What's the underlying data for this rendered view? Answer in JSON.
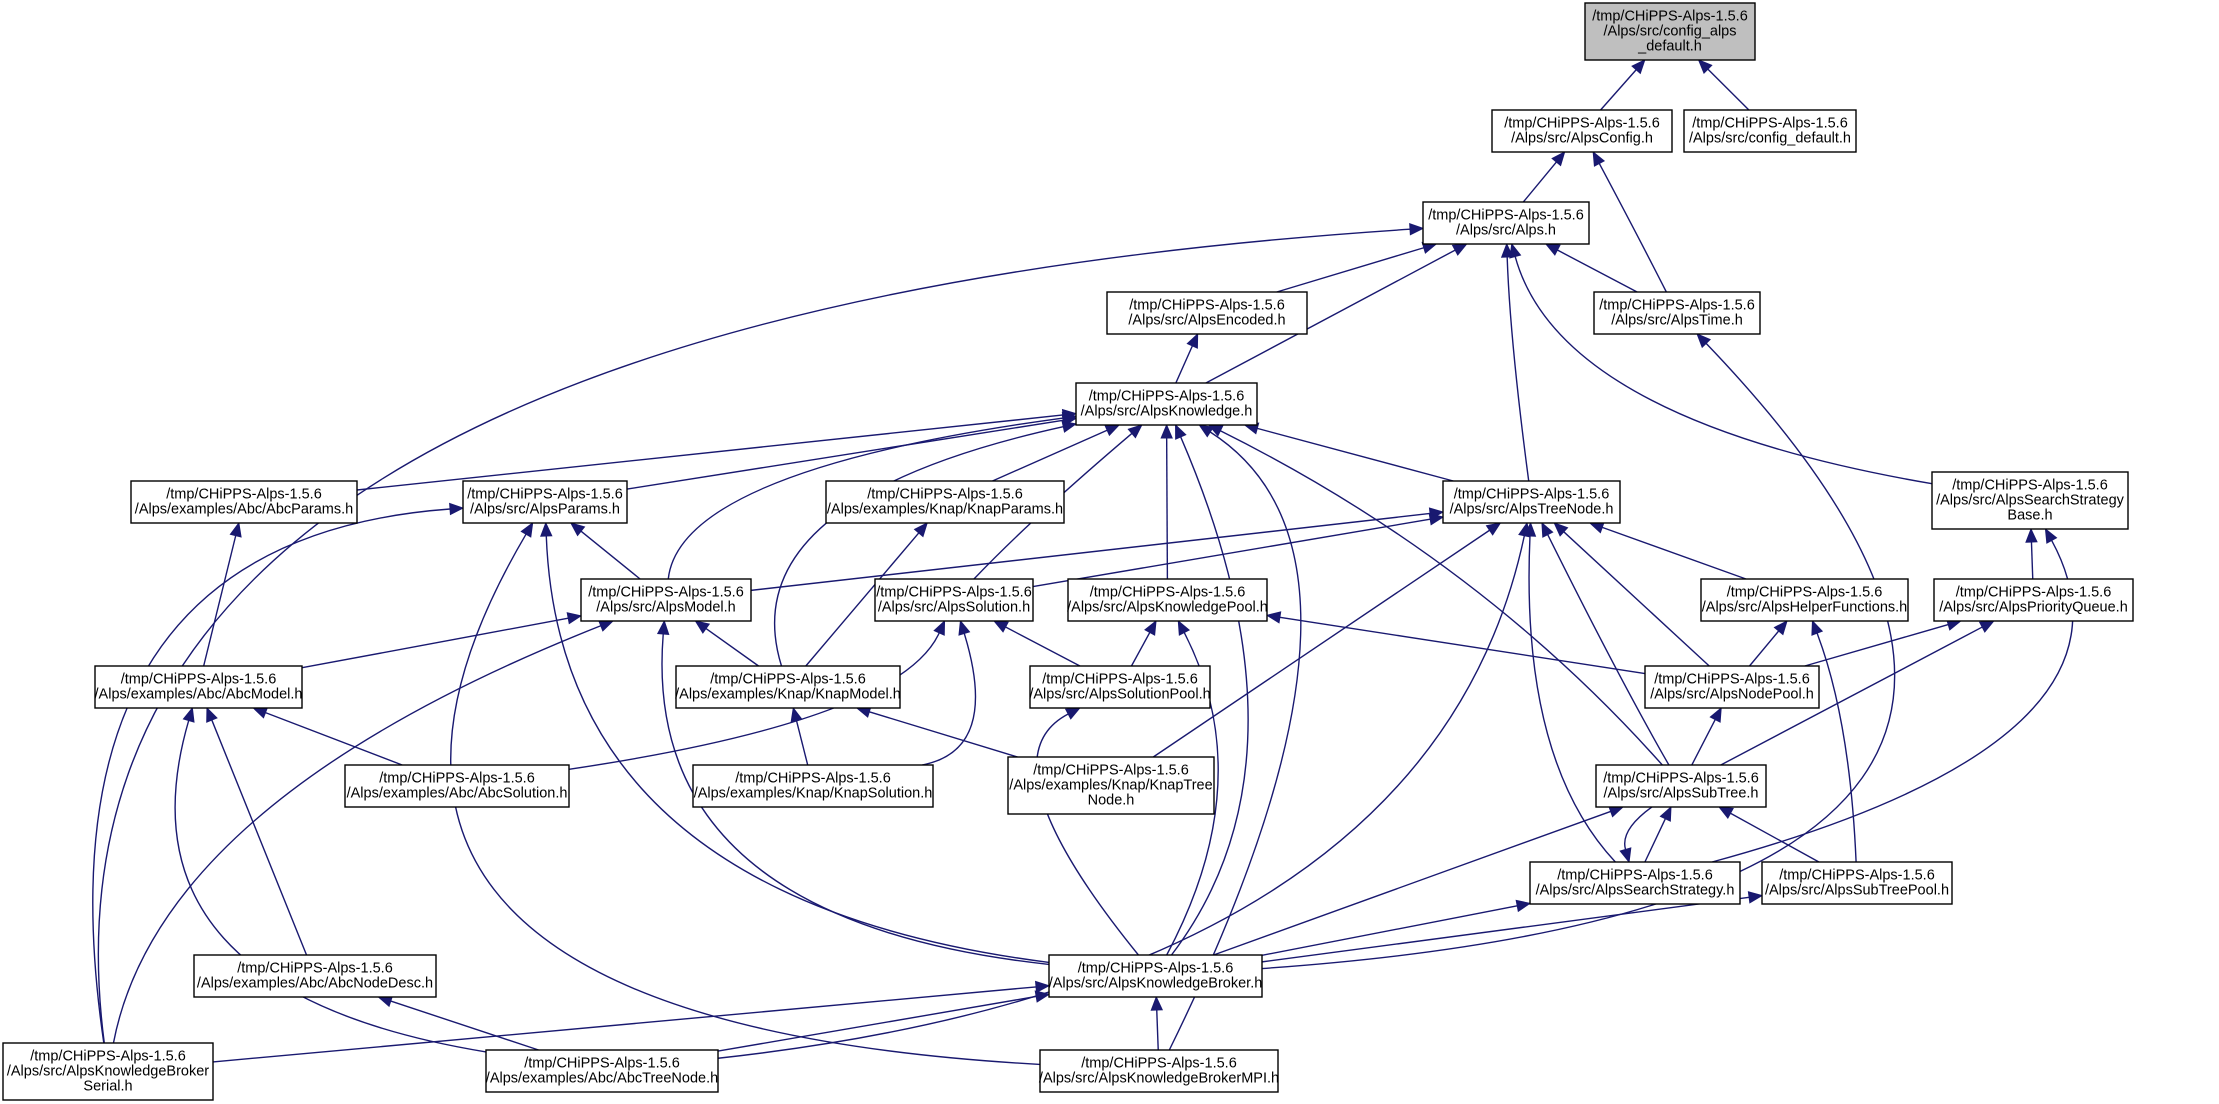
{
  "colors": {
    "edge": "#191970",
    "root_fill": "#bfbfbf",
    "node_fill": "#ffffff",
    "border": "#000000"
  },
  "nodes": [
    {
      "id": "config_alps_default",
      "lines": [
        "/tmp/CHiPPS-Alps-1.5.6",
        "/Alps/src/config_alps",
        "_default.h"
      ],
      "root": true
    },
    {
      "id": "AlpsConfig",
      "lines": [
        "/tmp/CHiPPS-Alps-1.5.6",
        "/Alps/src/AlpsConfig.h"
      ]
    },
    {
      "id": "config_default",
      "lines": [
        "/tmp/CHiPPS-Alps-1.5.6",
        "/Alps/src/config_default.h"
      ]
    },
    {
      "id": "Alps",
      "lines": [
        "/tmp/CHiPPS-Alps-1.5.6",
        "/Alps/src/Alps.h"
      ]
    },
    {
      "id": "AlpsEncoded",
      "lines": [
        "/tmp/CHiPPS-Alps-1.5.6",
        "/Alps/src/AlpsEncoded.h"
      ]
    },
    {
      "id": "AlpsTime",
      "lines": [
        "/tmp/CHiPPS-Alps-1.5.6",
        "/Alps/src/AlpsTime.h"
      ]
    },
    {
      "id": "AlpsKnowledge",
      "lines": [
        "/tmp/CHiPPS-Alps-1.5.6",
        "/Alps/src/AlpsKnowledge.h"
      ]
    },
    {
      "id": "AbcParams",
      "lines": [
        "/tmp/CHiPPS-Alps-1.5.6",
        "/Alps/examples/Abc/AbcParams.h"
      ]
    },
    {
      "id": "AlpsParams",
      "lines": [
        "/tmp/CHiPPS-Alps-1.5.6",
        "/Alps/src/AlpsParams.h"
      ]
    },
    {
      "id": "KnapParams",
      "lines": [
        "/tmp/CHiPPS-Alps-1.5.6",
        "/Alps/examples/Knap/KnapParams.h"
      ]
    },
    {
      "id": "AlpsTreeNode",
      "lines": [
        "/tmp/CHiPPS-Alps-1.5.6",
        "/Alps/src/AlpsTreeNode.h"
      ]
    },
    {
      "id": "AlpsSearchStrategyBase",
      "lines": [
        "/tmp/CHiPPS-Alps-1.5.6",
        "/Alps/src/AlpsSearchStrategy",
        "Base.h"
      ]
    },
    {
      "id": "AlpsModel",
      "lines": [
        "/tmp/CHiPPS-Alps-1.5.6",
        "/Alps/src/AlpsModel.h"
      ]
    },
    {
      "id": "AlpsSolution",
      "lines": [
        "/tmp/CHiPPS-Alps-1.5.6",
        "/Alps/src/AlpsSolution.h"
      ]
    },
    {
      "id": "AlpsKnowledgePool",
      "lines": [
        "/tmp/CHiPPS-Alps-1.5.6",
        "/Alps/src/AlpsKnowledgePool.h"
      ]
    },
    {
      "id": "AlpsHelperFunctions",
      "lines": [
        "/tmp/CHiPPS-Alps-1.5.6",
        "/Alps/src/AlpsHelperFunctions.h"
      ]
    },
    {
      "id": "AlpsPriorityQueue",
      "lines": [
        "/tmp/CHiPPS-Alps-1.5.6",
        "/Alps/src/AlpsPriorityQueue.h"
      ]
    },
    {
      "id": "AbcModel",
      "lines": [
        "/tmp/CHiPPS-Alps-1.5.6",
        "/Alps/examples/Abc/AbcModel.h"
      ]
    },
    {
      "id": "KnapModel",
      "lines": [
        "/tmp/CHiPPS-Alps-1.5.6",
        "/Alps/examples/Knap/KnapModel.h"
      ]
    },
    {
      "id": "AlpsSolutionPool",
      "lines": [
        "/tmp/CHiPPS-Alps-1.5.6",
        "/Alps/src/AlpsSolutionPool.h"
      ]
    },
    {
      "id": "AlpsNodePool",
      "lines": [
        "/tmp/CHiPPS-Alps-1.5.6",
        "/Alps/src/AlpsNodePool.h"
      ]
    },
    {
      "id": "AbcSolution",
      "lines": [
        "/tmp/CHiPPS-Alps-1.5.6",
        "/Alps/examples/Abc/AbcSolution.h"
      ]
    },
    {
      "id": "KnapSolution",
      "lines": [
        "/tmp/CHiPPS-Alps-1.5.6",
        "/Alps/examples/Knap/KnapSolution.h"
      ]
    },
    {
      "id": "KnapTreeNode",
      "lines": [
        "/tmp/CHiPPS-Alps-1.5.6",
        "/Alps/examples/Knap/KnapTree",
        "Node.h"
      ]
    },
    {
      "id": "AlpsSubTree",
      "lines": [
        "/tmp/CHiPPS-Alps-1.5.6",
        "/Alps/src/AlpsSubTree.h"
      ]
    },
    {
      "id": "AlpsSearchStrategy",
      "lines": [
        "/tmp/CHiPPS-Alps-1.5.6",
        "/Alps/src/AlpsSearchStrategy.h"
      ]
    },
    {
      "id": "AlpsSubTreePool",
      "lines": [
        "/tmp/CHiPPS-Alps-1.5.6",
        "/Alps/src/AlpsSubTreePool.h"
      ]
    },
    {
      "id": "AbcNodeDesc",
      "lines": [
        "/tmp/CHiPPS-Alps-1.5.6",
        "/Alps/examples/Abc/AbcNodeDesc.h"
      ]
    },
    {
      "id": "AlpsKnowledgeBroker",
      "lines": [
        "/tmp/CHiPPS-Alps-1.5.6",
        "/Alps/src/AlpsKnowledgeBroker.h"
      ]
    },
    {
      "id": "AlpsKnowledgeBrokerSerial",
      "lines": [
        "/tmp/CHiPPS-Alps-1.5.6",
        "/Alps/src/AlpsKnowledgeBroker",
        "Serial.h"
      ]
    },
    {
      "id": "AbcTreeNode",
      "lines": [
        "/tmp/CHiPPS-Alps-1.5.6",
        "/Alps/examples/Abc/AbcTreeNode.h"
      ]
    },
    {
      "id": "AlpsKnowledgeBrokerMPI",
      "lines": [
        "/tmp/CHiPPS-Alps-1.5.6",
        "/Alps/src/AlpsKnowledgeBrokerMPI.h"
      ]
    }
  ],
  "edges": [
    [
      "config_alps_default",
      "AlpsConfig"
    ],
    [
      "config_alps_default",
      "config_default"
    ],
    [
      "AlpsConfig",
      "Alps"
    ],
    [
      "AlpsConfig",
      "AlpsTime"
    ],
    [
      "Alps",
      "AlpsEncoded"
    ],
    [
      "Alps",
      "AlpsTime"
    ],
    [
      "Alps",
      "AlpsKnowledge"
    ],
    [
      "Alps",
      "AlpsTreeNode"
    ],
    [
      "Alps",
      "AlpsSearchStrategyBase"
    ],
    [
      "Alps",
      "AlpsKnowledgeBrokerSerial"
    ],
    [
      "AlpsEncoded",
      "AlpsKnowledge"
    ],
    [
      "AlpsTime",
      "AlpsKnowledgeBroker"
    ],
    [
      "AlpsKnowledge",
      "AbcParams"
    ],
    [
      "AlpsKnowledge",
      "AlpsParams"
    ],
    [
      "AlpsKnowledge",
      "KnapParams"
    ],
    [
      "AlpsKnowledge",
      "AlpsTreeNode"
    ],
    [
      "AlpsKnowledge",
      "AlpsModel"
    ],
    [
      "AlpsKnowledge",
      "AlpsSolution"
    ],
    [
      "AlpsKnowledge",
      "AlpsKnowledgePool"
    ],
    [
      "AlpsKnowledge",
      "KnapModel"
    ],
    [
      "AlpsKnowledge",
      "AlpsSubTree"
    ],
    [
      "AlpsKnowledge",
      "AlpsKnowledgeBroker"
    ],
    [
      "AlpsKnowledge",
      "AlpsKnowledgeBrokerMPI"
    ],
    [
      "AlpsTreeNode",
      "AlpsModel"
    ],
    [
      "AlpsTreeNode",
      "AlpsSolution"
    ],
    [
      "AlpsTreeNode",
      "AlpsHelperFunctions"
    ],
    [
      "AlpsTreeNode",
      "AlpsNodePool"
    ],
    [
      "AlpsTreeNode",
      "KnapTreeNode"
    ],
    [
      "AlpsTreeNode",
      "AlpsSubTree"
    ],
    [
      "AlpsTreeNode",
      "AlpsSearchStrategy"
    ],
    [
      "AlpsTreeNode",
      "AbcTreeNode"
    ],
    [
      "AbcParams",
      "AbcModel"
    ],
    [
      "KnapParams",
      "KnapModel"
    ],
    [
      "AlpsParams",
      "AlpsModel"
    ],
    [
      "AlpsParams",
      "AlpsKnowledgeBroker"
    ],
    [
      "AlpsParams",
      "AlpsKnowledgeBrokerSerial"
    ],
    [
      "AlpsParams",
      "AlpsKnowledgeBrokerMPI"
    ],
    [
      "AlpsModel",
      "AbcModel"
    ],
    [
      "AlpsModel",
      "KnapModel"
    ],
    [
      "AlpsModel",
      "AlpsKnowledgeBroker"
    ],
    [
      "AlpsModel",
      "AlpsKnowledgeBrokerSerial"
    ],
    [
      "AlpsSolution",
      "AbcSolution"
    ],
    [
      "AlpsSolution",
      "KnapSolution"
    ],
    [
      "AlpsSolution",
      "AlpsSolutionPool"
    ],
    [
      "AlpsKnowledgePool",
      "AlpsSolutionPool"
    ],
    [
      "AlpsKnowledgePool",
      "AlpsNodePool"
    ],
    [
      "AlpsKnowledgePool",
      "AlpsKnowledgeBroker"
    ],
    [
      "AlpsHelperFunctions",
      "AlpsNodePool"
    ],
    [
      "AlpsHelperFunctions",
      "AlpsSubTreePool"
    ],
    [
      "AlpsSearchStrategyBase",
      "AlpsPriorityQueue"
    ],
    [
      "AlpsSearchStrategyBase",
      "AlpsSearchStrategy"
    ],
    [
      "AlpsPriorityQueue",
      "AlpsNodePool"
    ],
    [
      "AlpsPriorityQueue",
      "AlpsSubTree"
    ],
    [
      "AbcModel",
      "AbcSolution"
    ],
    [
      "AbcModel",
      "AbcNodeDesc"
    ],
    [
      "AbcModel",
      "AbcTreeNode"
    ],
    [
      "KnapModel",
      "KnapSolution"
    ],
    [
      "KnapModel",
      "KnapTreeNode"
    ],
    [
      "AlpsSolutionPool",
      "AlpsKnowledgeBroker"
    ],
    [
      "AlpsNodePool",
      "AlpsSubTree"
    ],
    [
      "AlpsSubTree",
      "AlpsSearchStrategy"
    ],
    [
      "AlpsSubTree",
      "AlpsSubTreePool"
    ],
    [
      "AlpsSubTree",
      "AlpsKnowledgeBroker"
    ],
    [
      "AlpsSearchStrategy",
      "AlpsSubTree"
    ],
    [
      "AlpsSearchStrategy",
      "AlpsKnowledgeBroker"
    ],
    [
      "AlpsSubTreePool",
      "AlpsKnowledgeBroker"
    ],
    [
      "AbcNodeDesc",
      "AbcTreeNode"
    ],
    [
      "AlpsKnowledgeBroker",
      "AlpsKnowledgeBrokerSerial"
    ],
    [
      "AlpsKnowledgeBroker",
      "AbcTreeNode"
    ],
    [
      "AlpsKnowledgeBroker",
      "AlpsKnowledgeBrokerMPI"
    ]
  ]
}
